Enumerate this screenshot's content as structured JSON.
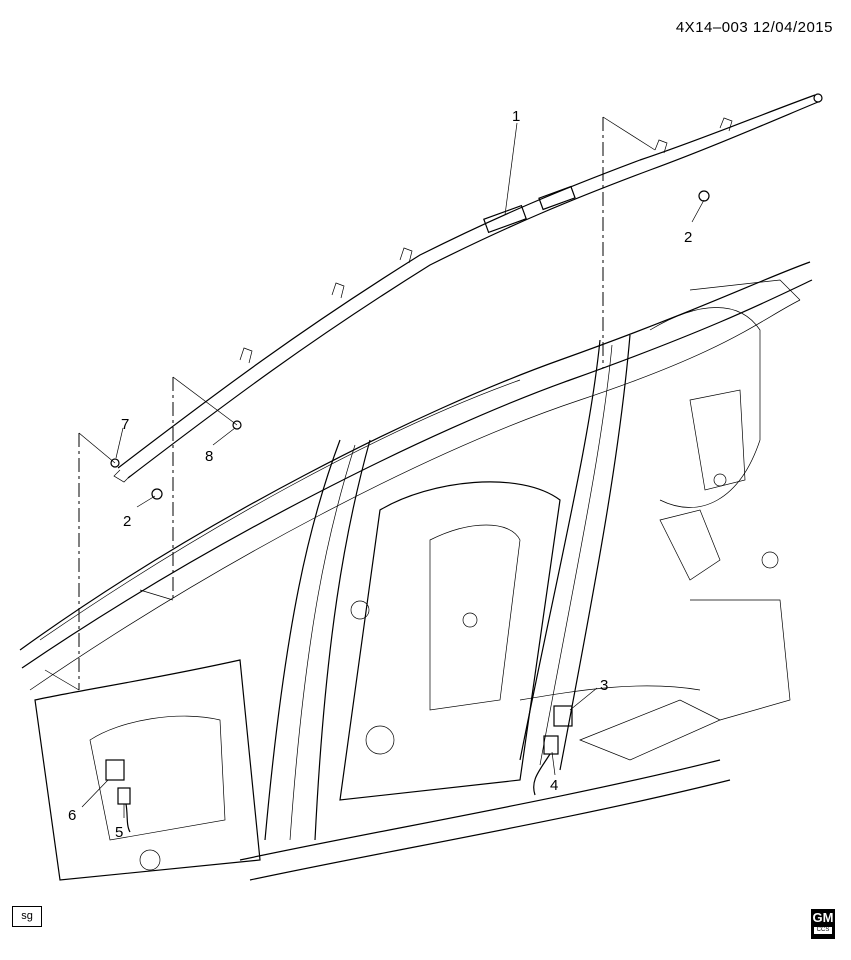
{
  "header": {
    "diagram_code": "4X14–003  12/04/2015"
  },
  "callouts": [
    {
      "id": "callout-1",
      "label": "1"
    },
    {
      "id": "callout-2a",
      "label": "2"
    },
    {
      "id": "callout-2b",
      "label": "2"
    },
    {
      "id": "callout-3",
      "label": "3"
    },
    {
      "id": "callout-4",
      "label": "4"
    },
    {
      "id": "callout-5",
      "label": "5"
    },
    {
      "id": "callout-6",
      "label": "6"
    },
    {
      "id": "callout-7",
      "label": "7"
    },
    {
      "id": "callout-8",
      "label": "8"
    }
  ],
  "footer": {
    "sg_tag": "sg",
    "logo_text": "GM",
    "logo_subtext": "CCS"
  }
}
